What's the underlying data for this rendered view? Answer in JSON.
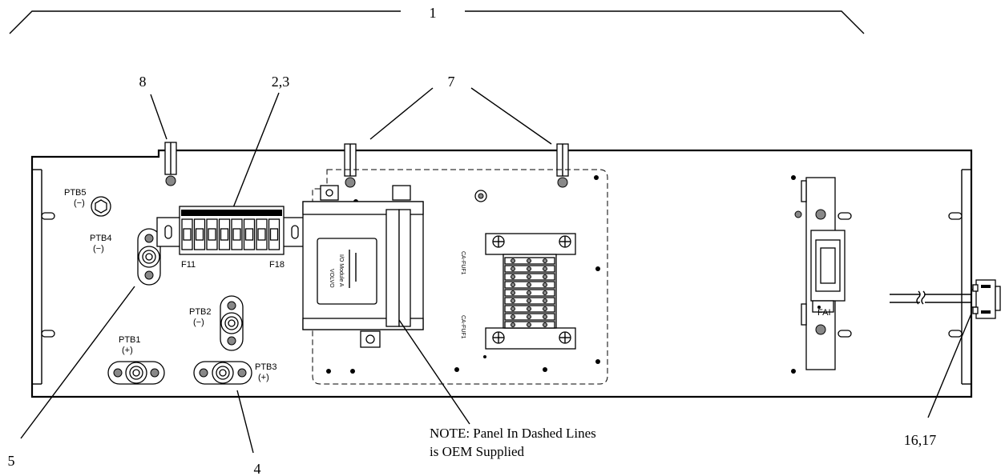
{
  "callouts": {
    "c1": "1",
    "c8": "8",
    "c23": "2,3",
    "c7": "7",
    "c5": "5",
    "c4": "4",
    "c1617": "16,17"
  },
  "labels": {
    "ptb5": "PTB5",
    "ptb5_sign": "(−)",
    "ptb4": "PTB4",
    "ptb4_sign": "(−)",
    "ptb2": "PTB2",
    "ptb2_sign": "(−)",
    "ptb1": "PTB1",
    "ptb1_sign": "(+)",
    "ptb3": "PTB3",
    "ptb3_sign": "(+)",
    "f11": "F11",
    "f18": "F18",
    "fai": "FAI",
    "module_line1": "VOLVO",
    "module_line2": "I/O Module A",
    "ca_fuf1": "CA-FUF1",
    "ca_fuf2": "CA-FUF1"
  },
  "note": {
    "line1": "NOTE: Panel In Dashed Lines",
    "line2": "is OEM Supplied"
  }
}
